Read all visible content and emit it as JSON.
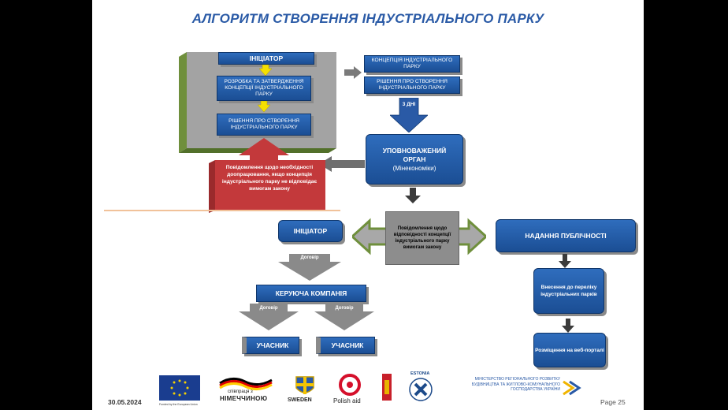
{
  "title": "АЛГОРИТМ СТВОРЕННЯ ІНДУСТРІАЛЬНОГО ПАРКУ",
  "left_panel": {
    "header": "ІНІЦІАТОР",
    "step1": "РОЗРОБКА ТА ЗАТВЕРДЖЕННЯ КОНЦЕПЦІЇ ІНДУСТРІАЛЬНОГО ПАРКУ",
    "step2": "РІШЕННЯ ПРО СТВОРЕННЯ ІНДУСТРІАЛЬНОГО ПАРКУ"
  },
  "right_docs": {
    "doc1": "КОНЦЕПЦІЯ ІНДУСТРІАЛЬНОГО ПАРКУ",
    "doc2": "РІШЕННЯ ПРО СТВОРЕННЯ ІНДУСТРІАЛЬНОГО ПАРКУ",
    "days": "3 ДНІ"
  },
  "authority": {
    "line1": "УПОВНОВАЖЕНИЙ ОРГАН",
    "line2": "(Мінекономіки)"
  },
  "red_notice": "Повідомлення щодо необхідності доопрацювання, якщо концепція індустріального парку не відповідає вимогам закону",
  "gray_notice": "Повідомлення щодо відповідності концепції індустріального парку вимогам закону",
  "initiator2": "ІНІЦІАТОР",
  "publicity": "НАДАННЯ ПУБЛІЧНОСТІ",
  "contract_labels": [
    "Договір",
    "Договір",
    "Договір"
  ],
  "management": "КЕРУЮЧА КОМПАНІЯ",
  "participants": [
    "УЧАСНИК",
    "УЧАСНИК"
  ],
  "registry": "Внесення до переліку індустріальних парків",
  "web": "Розміщення на веб-порталі",
  "footer": {
    "date": "30.05.2024",
    "page": "Page 25",
    "logos": {
      "eu_caption": "Funded by the European Union",
      "germany_line1": "співпраця з",
      "germany_line2": "НІМЕЧЧИНОЮ",
      "sweden": "SWEDEN",
      "polish": "Polish aid",
      "estonia": "ESTONIA",
      "ministry": "МІНІСТЕРСТВО РЕГІОНАЛЬНОГО РОЗВИТКУ БУДІВНИЦТВА ТА ЖИТЛОВО-КОМУНАЛЬНОГО ГОСПОДАРСТВА УКРАЇНИ"
    }
  },
  "colors": {
    "title": "#2a5aa6",
    "box_blue": "#1f5aa6",
    "red": "#c0393b",
    "gray_panel": "#a0a0a0",
    "green_edge": "#6a8a3a"
  }
}
